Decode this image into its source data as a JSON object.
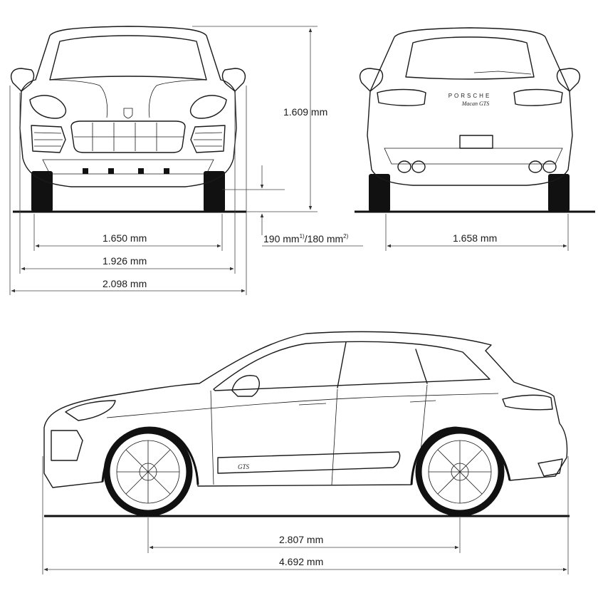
{
  "views": {
    "front": {
      "height_label": "1.609 mm",
      "clearance_label": "190 mm",
      "clearance_sup1": "1)",
      "clearance_label2": "/180 mm",
      "clearance_sup2": "2)",
      "track_label": "1.650 mm",
      "width_label": "1.926 mm",
      "width_mirrors_label": "2.098 mm"
    },
    "rear": {
      "brand": "PORSCHE",
      "model_badge": "Macan GTS",
      "track_label": "1.658 mm"
    },
    "side": {
      "side_badge": "GTS",
      "wheelbase_label": "2.807 mm",
      "length_label": "4.692 mm"
    }
  }
}
